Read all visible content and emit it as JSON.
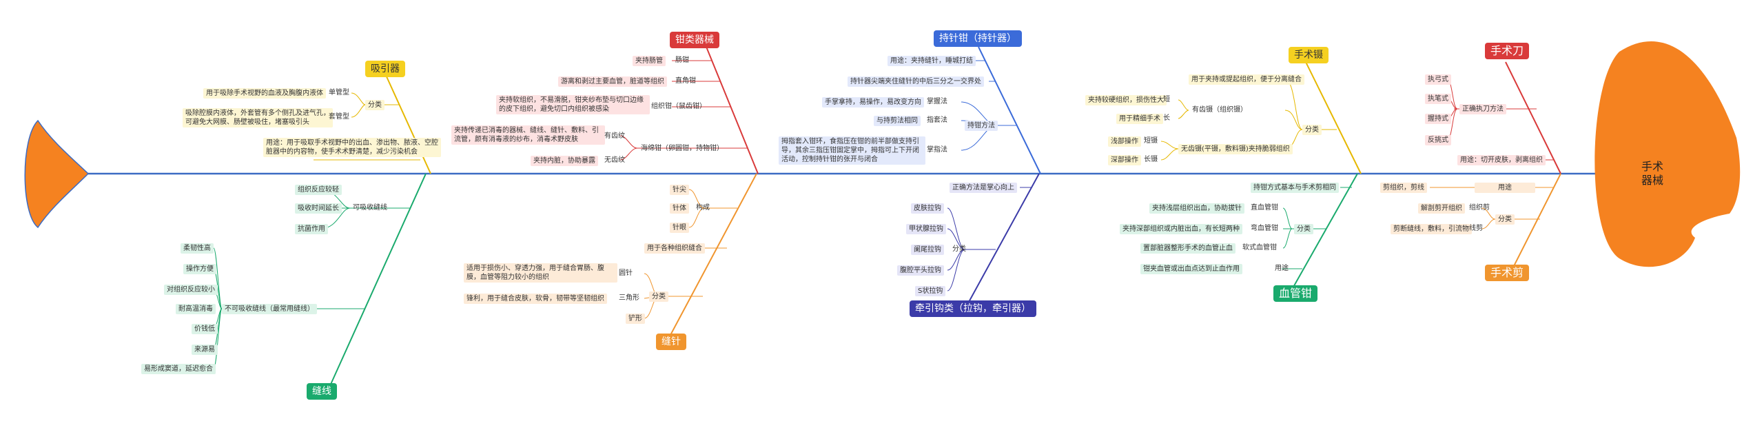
{
  "title": {
    "line1": "手术",
    "line2": "器械"
  },
  "colors": {
    "spine": "#3b6bc4",
    "head": "#f58220",
    "yellow": "#e6b800",
    "red": "#d93a3a",
    "blue": "#3b6bd9",
    "green": "#1aaa6d",
    "orange": "#f0952e",
    "purple": "#3b3ba8"
  },
  "categories": {
    "xiyinqi": "吸引器",
    "qianleiqixie": "钳类器械",
    "chizhenqian": "持针钳（持针器）",
    "shoushunie": "手术镊",
    "shoushudao": "手术刀",
    "fenghe": "缝线",
    "fengzhen": "缝针",
    "qianyingou": "牵引钩类（拉钩，牵引器）",
    "xueguanqian": "血管钳",
    "shoushujian": "手术剪"
  },
  "xiyinqi": {
    "fenlei": "分类",
    "danguan": "单管型",
    "danguan_desc": "用于吸除手术视野的血液及胸腹内液体",
    "taoguan": "套管型",
    "taoguan_desc": "吸除腔膜内液体，外套管有多个侧孔及进气孔，可避免大网膜、肠壁被吸住，堵塞吸引头",
    "yongtu": "用途：用于吸取手术视野中的出血、渗出物、脓液、空腔脏器中的内容物，使手术术野清楚，减少污染机会"
  },
  "qianlei": {
    "jiachilu": "夹持肠管",
    "changqian": "肠钳",
    "youzhi": "游离和剥过主要血管，脏道等组织",
    "zhijiaoqian": "直角钳",
    "zuzhi_desc": "夹持软组织，不易滑脱，钳夹纱布垫与切口边缘的皮下组织，避免切口内组织被感染",
    "zuzhiqian": "组织钳（鼠齿钳）",
    "youchi": "有齿纹",
    "youchi_desc": "夹持传递已消毒的器械、缝线、缝针、敷料、引流管，颜有消毒液的纱布，消毒术野皮肤",
    "haimianqian": "海绵钳（卵圆钳，持物钳）",
    "wuchi": "无齿纹",
    "wuchi_desc": "夹持内脏，协助暴露"
  },
  "chizhen": {
    "yongtu": "用途：夹持缝针，睡城打结",
    "jiachi": "持针器尖端夹住缝针的中后三分之一交界处",
    "zhangwo": "掌握法",
    "zhangwo_desc": "手掌拿持，易操作，易改变方向",
    "zhijie": "指套法",
    "zhijie_desc": "与持剪法相同",
    "chifang": "持钳方法",
    "zhangzhi": "掌指法",
    "zhangzhi_desc": "拇指套入钳环，食指压在钳的前半部做支持引导，其余三指压钳固定掌中，拇指可上下开闭活动，控制持针钳的张开与闭合"
  },
  "shoushunie": {
    "fenlei": "分类",
    "yongyu": "用于夹持或提起组织，便于分离缝合",
    "youchinie": "有齿镊（组织镊）",
    "duan": "短",
    "duan_desc": "夹持较硬组织，损伤性大",
    "chang": "长",
    "chang_desc": "用于精细手术",
    "wuchinie": "无齿镊(平镊，敷料镊)夹持脆弱组织",
    "qianbu": "浅部操作",
    "qianbu_len": "短镊",
    "shenbu": "深部操作",
    "shenbu_len": "长镊"
  },
  "shoushudao": {
    "zhengque": "正确执刀方法",
    "items": [
      "执弓式",
      "执笔式",
      "握持式",
      "反挑式"
    ],
    "yongtu": "用途：切开皮肤，剥离组织"
  },
  "fenghe": {
    "keyi": "可吸收缝线",
    "keyi_items": [
      "组织反应较轻",
      "吸收时间延长",
      "抗菌作用"
    ],
    "buke": "不可吸收缝线（最常用缝线）",
    "buke_items": [
      "柔韧性高",
      "操作方便",
      "对组织反应较小",
      "耐高温消毒",
      "价钱低",
      "来源易",
      "易形成窦道，延迟愈合"
    ]
  },
  "fengzhen": {
    "goucheng": "构成",
    "goucheng_items": [
      "针尖",
      "针体",
      "针眼"
    ],
    "yongyu": "用于各种组织缝合",
    "fenlei": "分类",
    "yuanzhen": "圆针",
    "yuanzhen_desc": "适用于损伤小、穿透力强，用于缝合胃肠、腹膜，血管等阻力较小的组织",
    "sanjiao": "三角形",
    "sanjiao_desc": "锋利，用于缝合皮肤，软骨，韧带等坚韧组织",
    "chanxing": "铲形"
  },
  "qianyingou": {
    "zhengque": "正确方法是掌心向上",
    "fenlei": "分类",
    "items": [
      "皮肤拉钩",
      "甲状腺拉钩",
      "阑尾拉钩",
      "腹腔平头拉钩",
      "S状拉钩"
    ]
  },
  "xueguan": {
    "chiqian": "持钳方式基本与手术剪相同",
    "fenlei": "分类",
    "zhiqian": "直血管钳",
    "zhiqian_desc": "夹持浅层组织出血，协助拔针",
    "wanqian": "弯血管钳",
    "wanqian_desc": "夹持深部组织或内脏出血，有长短两种",
    "ruanqian": "软式血管钳",
    "ruanqian_desc": "置部脏器整形手术的血管止血",
    "yongtu": "用途",
    "yongtu_desc": "钳夹血管或出血点达到止血作用"
  },
  "shoushujian": {
    "jianzu": "剪组织，剪线",
    "yongtu": "用途",
    "fenlei": "分类",
    "jiepou": "组织剪",
    "jiepou_desc": "解剖剪开组织",
    "jianxian": "线剪",
    "jianxian_desc": "剪断缝线，敷料，引流物"
  }
}
